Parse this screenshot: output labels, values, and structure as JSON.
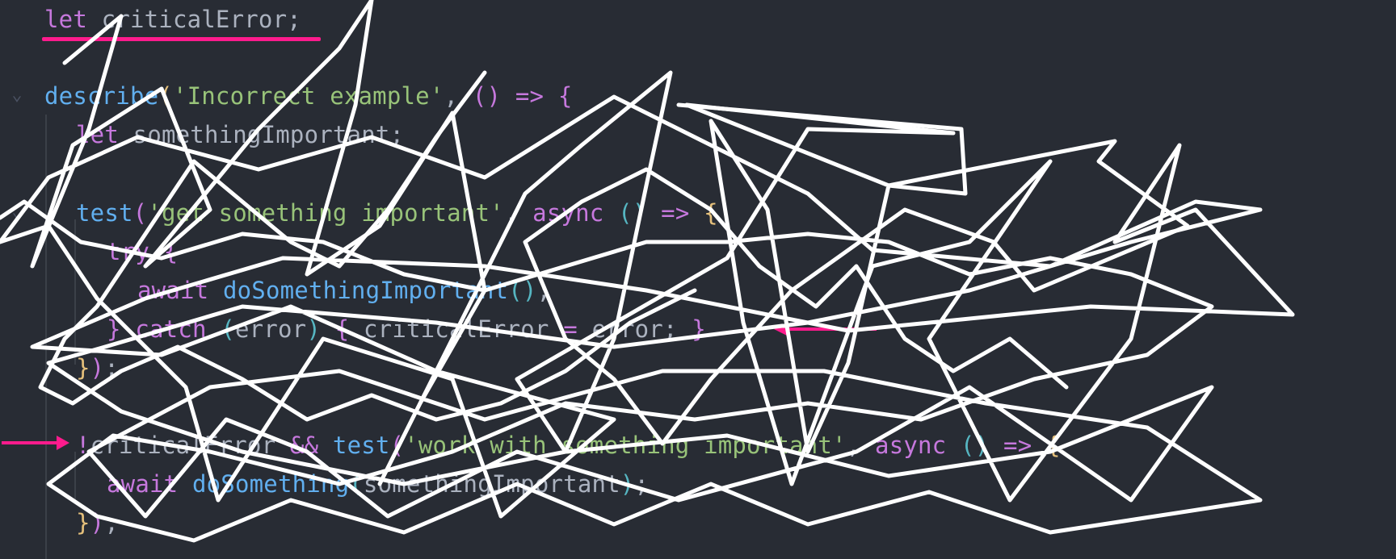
{
  "editor": {
    "lines": {
      "l1": {
        "kw": "let",
        "name": "criticalError",
        "end": ";"
      },
      "l2": {
        "fn": "describe",
        "open": "(",
        "str": "'Incorrect example'",
        "comma": ",",
        "p_open": "(",
        "p_close": ")",
        "arrow": "=>",
        "brace": "{"
      },
      "l3": {
        "kw": "let",
        "name": "somethingImportant",
        "end": ";"
      },
      "l4": {
        "fn": "test",
        "open": "(",
        "str": "'get something important'",
        "comma": ",",
        "async": "async",
        "p_open": "(",
        "p_close": ")",
        "arrow": "=>",
        "brace": "{"
      },
      "l5": {
        "kw": "try",
        "brace": "{"
      },
      "l6": {
        "kw": "await",
        "fn": "doSomethingImportant",
        "parens": "()",
        "end": ";"
      },
      "l7": {
        "close": "}",
        "kw": "catch",
        "open": "(",
        "param": "error",
        "close2": ")",
        "brace": "{",
        "name": "criticalError",
        "eq": "=",
        "val": "error",
        "end": ";",
        "brace2": "}"
      },
      "l8": {
        "close": "}",
        "paren": ")",
        "end": ";"
      },
      "l9": {
        "not": "!",
        "name": "criticalError",
        "and": "&&",
        "fn": "test",
        "open": "(",
        "str": "'work with something important'",
        "comma": ",",
        "async": "async",
        "p_open": "(",
        "p_close": ")",
        "arrow": "=>",
        "brace": "{"
      },
      "l10": {
        "kw": "await",
        "fn": "doSomething",
        "open": "(",
        "arg": "somethingImportant",
        "close": ")",
        "end": ";"
      },
      "l11": {
        "close": "}",
        "paren": ")",
        "end": ";"
      }
    }
  },
  "colors": {
    "background": "#282c34",
    "annotation": "#ff1b8d",
    "scribble": "#ffffff"
  }
}
